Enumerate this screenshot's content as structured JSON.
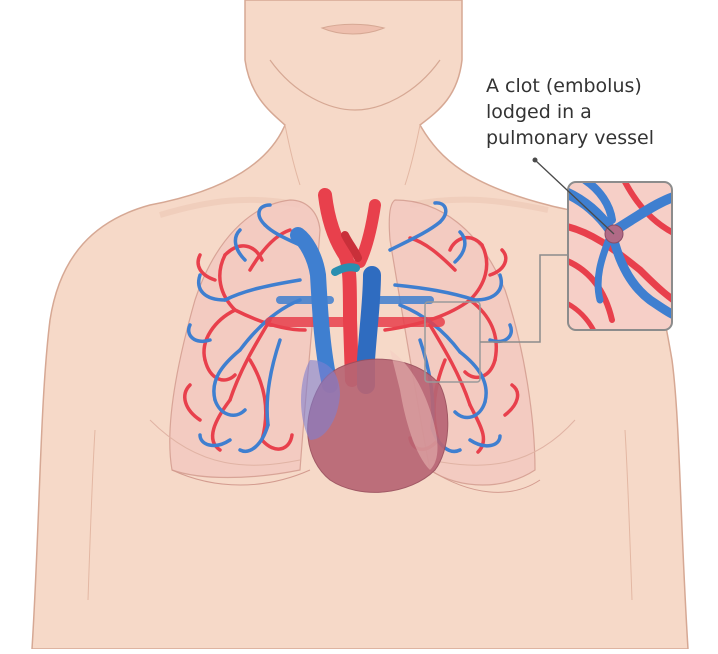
{
  "annotation": {
    "lines": [
      "A clot (embolus)",
      "lodged in a",
      "pulmonary vessel"
    ]
  },
  "colors": {
    "skin": "#f6d9c8",
    "skin_outline": "#d6a894",
    "lung_fill": "#f3c9c0",
    "artery_red": "#e8404c",
    "vein_blue": "#3f7fd0",
    "heart": "#b86574",
    "clot": "#b06a86",
    "callout_border": "#8c8c8c"
  }
}
